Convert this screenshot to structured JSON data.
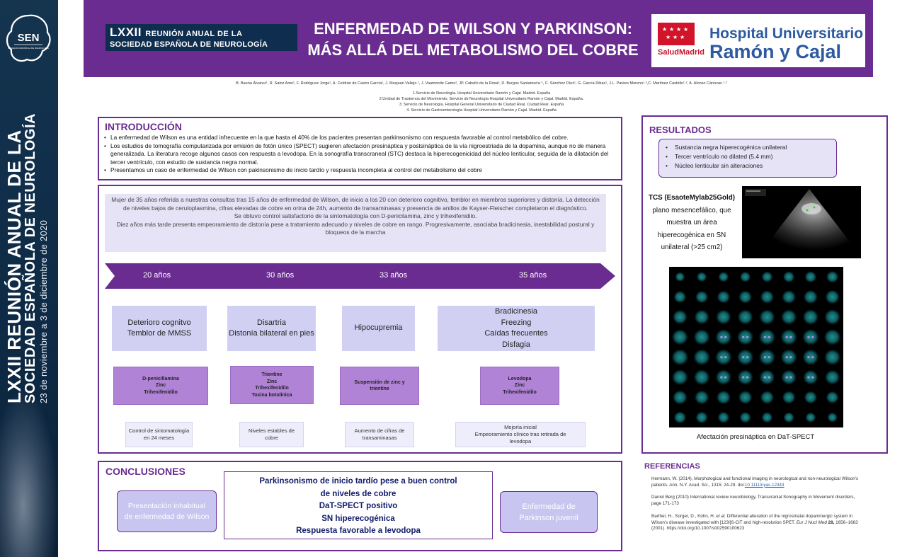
{
  "sidebar": {
    "logo_text": "SEN",
    "logo_sub": "SOCIEDAD ESPAÑOLA DE NEUROLOGÍA",
    "line1": "LXXII REUNIÓN ANUAL DE LA",
    "line2": "SOCIEDAD ESPAÑOLA DE NEUROLOGÍA",
    "line3": "23 de noviembre a 3 de diciembre de 2020"
  },
  "header": {
    "meeting_num": "LXXII",
    "meeting_line1": "REUNIÓN ANUAL DE LA",
    "meeting_line2": "SOCIEDAD ESPAÑOLA DE NEUROLOGÍA",
    "title_line1": "ENFERMEDAD DE WILSON Y PARKINSON:",
    "title_line2": "MÁS ALLÁ DEL METABOLISMO DEL COBRE",
    "hospital_line1": "Hospital Universitario",
    "hospital_line2": "Ramón y Cajal",
    "salud": "SaludMadrid"
  },
  "authors": "B. Baena Álvarez¹, R. Sainz Amo¹, F. Rodríguez Jorge¹, A. Celdrán de Castro García¹, J. Masjuan Vallejo ¹, J. Vaamonde Gamo², JP. Cabello de la Rosa³, D. Burgos Santamaría ⁴, C. Sánchez Díez¹, G. García Ribas¹, J.L. Parées Moreno¹·²,C. Martínez Castrillo¹·², A. Alonso Cánovas ¹·²",
  "affiliations": [
    "1.Servicio de Neurología. Hospital Universitario Ramón y Cajal. Madrid. España",
    "2.Unidad de Trastornos del Movimiento, Servicio de Neurología Hospital Universitario Ramón y Cajal. Madrid. España.",
    "3. Servicio de Neurología. Hospital General Universitario de Ciudad Real. Ciudad Real. España",
    "4. Servicio de Gastroenterología Hospital Universitario Ramón y Cajal. Madrid. España"
  ],
  "intro": {
    "title": "INTRODUCCIÓN",
    "items": [
      "La enfermedad de Wilson es una entidad infrecuente en la que hasta el 40% de los pacientes presentan parkinsonismo con respuesta favorable al control metabólico del cobre.",
      "Los estudios de tomografía computarizada por emisión de fotón único (SPECT) sugieren afectación presináptica y postsináptica de la vía nigroestriada de la dopamina, aunque no de manera generalizada. La literatura recoge algunos casos con respuesta a levodopa. En la sonografía transcraneal (STC) destaca la hiperecogenicidad del núcleo lenticular, seguida de la dilatación del tercer ventrículo, con estudio de sustancia negra normal.",
      "Presentamos un caso de enfermedad de Wilson con pakinsonismo de inicio tardío y respuesta incompleta al control del metabolismo del cobre"
    ]
  },
  "case": {
    "summary_lines": [
      "Mujer de 35 años referida a nuestras consultas tras 15 años de enfermedad de Wilson, de inicio a los 20 con deterioro cognitivo, temblor en miembros superiores y distonía. La detección de niveles bajos de ceruloplasmina, cifras elevadas de cobre en orina de 24h, aumento de transaminasas y presencia de anillos de  Kayser-Fleischer completaron el diagnóstico.",
      "Se obtuvo control satisfactorio de la sintomatología con D-penicilamina, zinc y trihexifenidilo.",
      "Diez años más tarde presenta empeoramiento de distonía pese a tratamiento adecuado y niveles de cobre en rango. Progresivamente, asociaba bradicinesia, inestabilidad postural y bloqueos de la marcha"
    ],
    "timeline": [
      "20 años",
      "30 años",
      "33 años",
      "35 años"
    ],
    "stages": [
      [
        "Deterioro cognitvo",
        "Temblor de MMSS"
      ],
      [
        "Disartria",
        "Distonía bilateral en pies"
      ],
      [
        "Hipocupremia"
      ],
      [
        "Bradicinesia",
        "Freezing",
        "Caídas frecuentes",
        "Disfagia"
      ]
    ],
    "treatments": [
      [
        "D-penicillamina",
        "Zinc",
        "Trihexifenidilo"
      ],
      [
        "Trientine",
        "Zinc",
        "Trihexifenidilo",
        "Toxina botulínica"
      ],
      [
        "Suspensión de zinc y trientine"
      ],
      [
        "Levodopa",
        "Zinc",
        "Trihexifenidilo"
      ]
    ],
    "outcomes": [
      [
        "Control de sintomatología en 24 meses"
      ],
      [
        "Niveles estables de cobre"
      ],
      [
        "Aumento de cifras de transaminasas"
      ],
      [
        "Mejoría inicial",
        "Empeoramiento clínico tras retirada de levodopa"
      ]
    ]
  },
  "results": {
    "title": "RESULTADOS",
    "items": [
      "Sustancia negra hiperecogénica unilateral",
      "Tercer ventrículo no dilated (5.4 mm)",
      "Núcleo lenticular sin alteraciones"
    ],
    "tcs_bold": "TCS (EsaoteMylab25Gold)",
    "tcs_text": "plano mesencefálico, que muestra un área hiperecogénica en SN unilateral (>25 cm2)",
    "spect_caption": "Afectación presináptica en DaT-SPECT"
  },
  "conclusions": {
    "title": "CONCLUSIONES",
    "left": "Presentación inhabitual de enfermedad de Wilson",
    "center_lines": [
      "Parkinsonismo de inicio tardío pese a buen control",
      "de niveles de cobre",
      "DaT-SPECT positivo",
      "SN hiperecogénica",
      "Respuesta favorable a levodopa"
    ],
    "right": "Enfermedad de Parkinson juvenil"
  },
  "references": {
    "title": "REFERENCIAS",
    "ref1": "Hermann, W. (2014), Morphological and functional imaging in neurological and non‐neurological Wilson's patients. Ann. N.Y. Acad. Sci., 1315: 24-29. doi:",
    "ref1_link": "10.1111/nyas.12343",
    "ref2": "Daniel Berg (2010) International review neurobiology, Transcranial Sonography in Movement disorders, page 171-173",
    "ref3_a": "Barthel, H., Sorger, D., Kühn, H. ",
    "ref3_etal": "et al.",
    "ref3_b": " Differential alteration of the nigrostriatal dopaminergic system in Wilson's disease investigated with [123I]ß-CIT and high-resolution SPET. ",
    "ref3_journal": "Eur J Nucl Med",
    "ref3_vol": " 28,",
    "ref3_c": " 1656–1663 (2001). https://doi.org/10.1007/s002590100623"
  },
  "colors": {
    "purple": "#6a2c91",
    "lavender": "#d2d0f2",
    "treatment": "#b083d6",
    "navy": "#0f2d4f"
  }
}
